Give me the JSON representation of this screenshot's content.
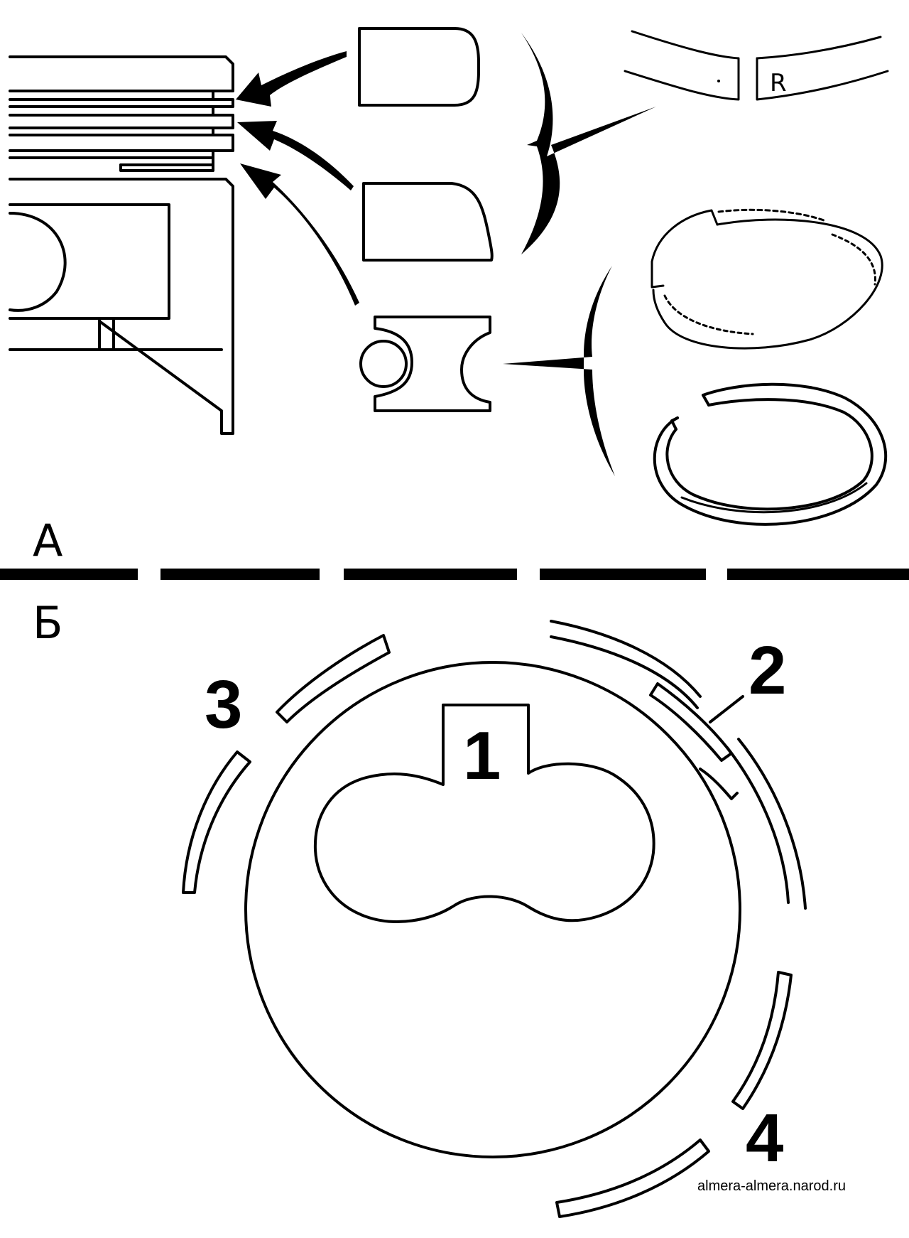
{
  "sections": {
    "a_label": "А",
    "b_label": "Б"
  },
  "ring_marking": "R",
  "callouts": {
    "n1": "1",
    "n2": "2",
    "n3": "3",
    "n4": "4"
  },
  "watermark": "almera-almera.narod.ru"
}
